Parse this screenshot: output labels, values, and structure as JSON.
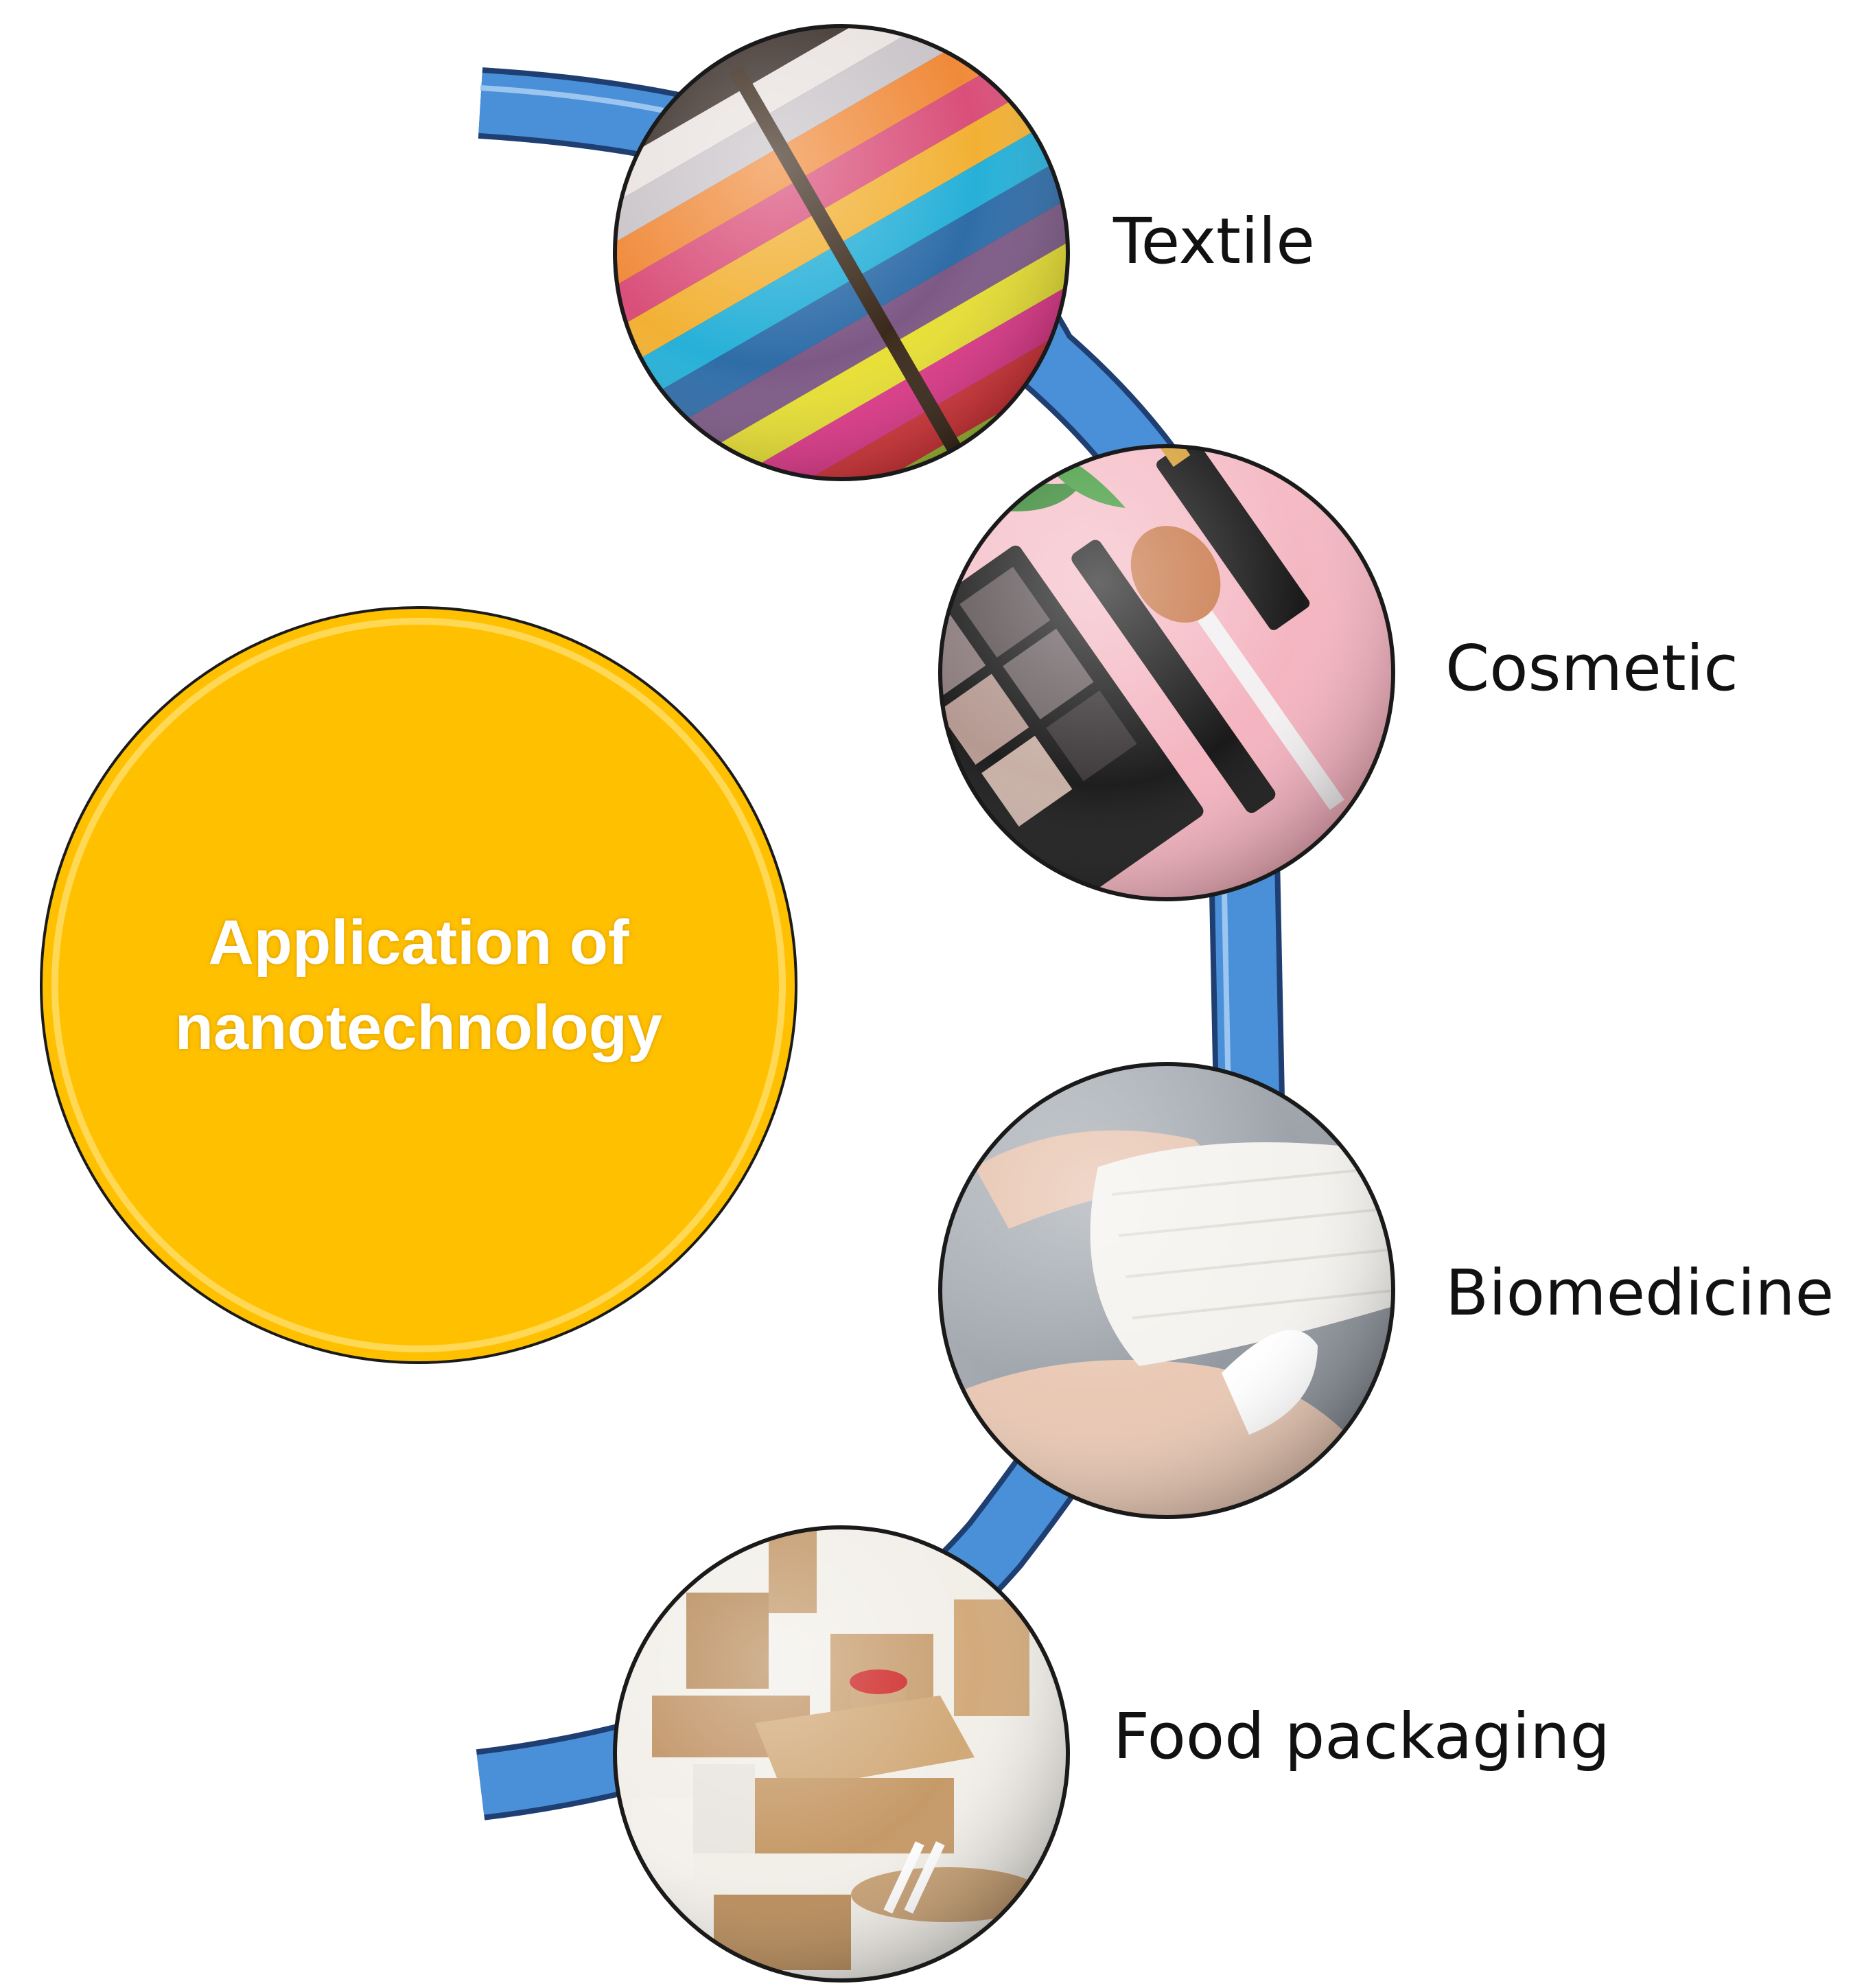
{
  "center": {
    "line1": "Application of",
    "line2": "nanotechnology"
  },
  "items": [
    {
      "label": "Textile",
      "icon": "textile-swatches-photo"
    },
    {
      "label": "Cosmetic",
      "icon": "cosmetics-photo"
    },
    {
      "label": "Biomedicine",
      "icon": "bandaged-hand-photo"
    },
    {
      "label": "Food packaging",
      "icon": "paper-packaging-photo"
    }
  ],
  "colors": {
    "center_fill": "#FFC000",
    "arc_fill": "#4A90D9",
    "arc_stroke": "#1F3F73",
    "circle_stroke": "#1a1a1a"
  }
}
